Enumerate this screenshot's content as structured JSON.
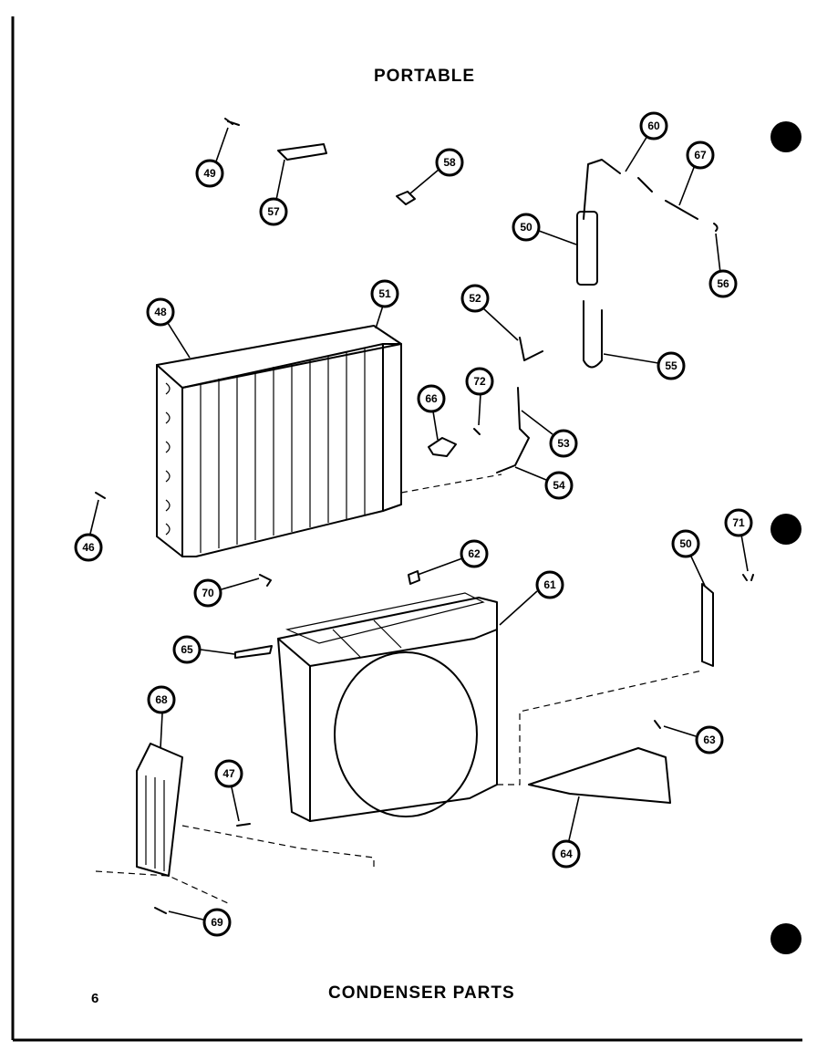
{
  "header": {
    "title": "PORTABLE"
  },
  "footer": {
    "title": "CONDENSER PARTS",
    "page_number": "6"
  },
  "callouts": [
    {
      "id": "c49",
      "label": "49"
    },
    {
      "id": "c57",
      "label": "57"
    },
    {
      "id": "c58a",
      "label": "58"
    },
    {
      "id": "c60",
      "label": "60"
    },
    {
      "id": "c67",
      "label": "67"
    },
    {
      "id": "c50a",
      "label": "50"
    },
    {
      "id": "c56",
      "label": "56"
    },
    {
      "id": "c48",
      "label": "48"
    },
    {
      "id": "c51",
      "label": "51"
    },
    {
      "id": "c52",
      "label": "52"
    },
    {
      "id": "c55",
      "label": "55"
    },
    {
      "id": "c66",
      "label": "66"
    },
    {
      "id": "c72",
      "label": "72"
    },
    {
      "id": "c53",
      "label": "53"
    },
    {
      "id": "c54",
      "label": "54"
    },
    {
      "id": "c46",
      "label": "46"
    },
    {
      "id": "c62",
      "label": "62"
    },
    {
      "id": "c61",
      "label": "61"
    },
    {
      "id": "c50b",
      "label": "50"
    },
    {
      "id": "c71",
      "label": "71"
    },
    {
      "id": "c70",
      "label": "70"
    },
    {
      "id": "c65",
      "label": "65"
    },
    {
      "id": "c68",
      "label": "68"
    },
    {
      "id": "c47",
      "label": "47"
    },
    {
      "id": "c63",
      "label": "63"
    },
    {
      "id": "c64",
      "label": "64"
    },
    {
      "id": "c69",
      "label": "69"
    }
  ]
}
